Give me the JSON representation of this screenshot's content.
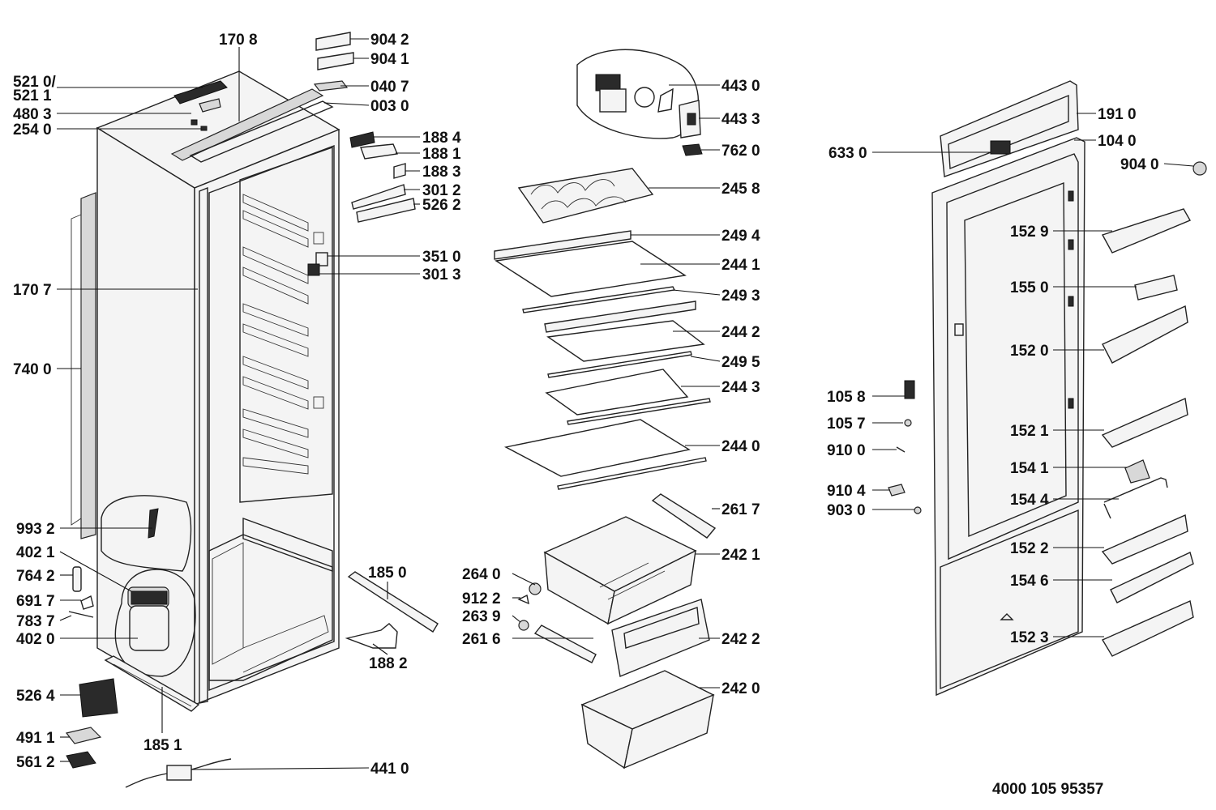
{
  "document_ref": "4000 105 95357",
  "labels": [
    {
      "name": "170-8",
      "text": "170 8"
    },
    {
      "name": "904-2",
      "text": "904 2"
    },
    {
      "name": "904-1",
      "text": "904 1"
    },
    {
      "name": "521-0",
      "text": "521 0/"
    },
    {
      "name": "521-1",
      "text": "521 1"
    },
    {
      "name": "040-7",
      "text": "040 7"
    },
    {
      "name": "480-3",
      "text": "480 3"
    },
    {
      "name": "003-0",
      "text": "003 0"
    },
    {
      "name": "254-0",
      "text": "254 0"
    },
    {
      "name": "188-4",
      "text": "188 4"
    },
    {
      "name": "188-1",
      "text": "188 1"
    },
    {
      "name": "188-3",
      "text": "188 3"
    },
    {
      "name": "301-2",
      "text": "301 2"
    },
    {
      "name": "526-2",
      "text": "526 2"
    },
    {
      "name": "351-0",
      "text": "351 0"
    },
    {
      "name": "301-3",
      "text": "301 3"
    },
    {
      "name": "170-7",
      "text": "170 7"
    },
    {
      "name": "740-0",
      "text": "740 0"
    },
    {
      "name": "993-2",
      "text": "993 2"
    },
    {
      "name": "402-1",
      "text": "402 1"
    },
    {
      "name": "764-2",
      "text": "764 2"
    },
    {
      "name": "691-7",
      "text": "691 7"
    },
    {
      "name": "783-7",
      "text": "783 7"
    },
    {
      "name": "402-0",
      "text": "402 0"
    },
    {
      "name": "185-0",
      "text": "185 0"
    },
    {
      "name": "188-2",
      "text": "188 2"
    },
    {
      "name": "526-4",
      "text": "526 4"
    },
    {
      "name": "185-1",
      "text": "185 1"
    },
    {
      "name": "491-1",
      "text": "491 1"
    },
    {
      "name": "561-2",
      "text": "561 2"
    },
    {
      "name": "441-0",
      "text": "441 0"
    },
    {
      "name": "443-0",
      "text": "443 0"
    },
    {
      "name": "443-3",
      "text": "443 3"
    },
    {
      "name": "762-0",
      "text": "762 0"
    },
    {
      "name": "245-8",
      "text": "245 8"
    },
    {
      "name": "249-4",
      "text": "249 4"
    },
    {
      "name": "244-1",
      "text": "244 1"
    },
    {
      "name": "249-3",
      "text": "249 3"
    },
    {
      "name": "244-2",
      "text": "244 2"
    },
    {
      "name": "249-5",
      "text": "249 5"
    },
    {
      "name": "244-3",
      "text": "244 3"
    },
    {
      "name": "244-0",
      "text": "244 0"
    },
    {
      "name": "261-7",
      "text": "261 7"
    },
    {
      "name": "242-1",
      "text": "242 1"
    },
    {
      "name": "264-0",
      "text": "264 0"
    },
    {
      "name": "912-2",
      "text": "912 2"
    },
    {
      "name": "263-9",
      "text": "263 9"
    },
    {
      "name": "261-6",
      "text": "261 6"
    },
    {
      "name": "242-2",
      "text": "242 2"
    },
    {
      "name": "242-0",
      "text": "242 0"
    },
    {
      "name": "191-0",
      "text": "191 0"
    },
    {
      "name": "104-0",
      "text": "104 0"
    },
    {
      "name": "633-0",
      "text": "633 0"
    },
    {
      "name": "904-0",
      "text": "904 0"
    },
    {
      "name": "152-9",
      "text": "152 9"
    },
    {
      "name": "155-0",
      "text": "155 0"
    },
    {
      "name": "152-0",
      "text": "152 0"
    },
    {
      "name": "105-8",
      "text": "105 8"
    },
    {
      "name": "105-7",
      "text": "105 7"
    },
    {
      "name": "910-0",
      "text": "910 0"
    },
    {
      "name": "152-1",
      "text": "152 1"
    },
    {
      "name": "154-1",
      "text": "154 1"
    },
    {
      "name": "910-4",
      "text": "910 4"
    },
    {
      "name": "154-4",
      "text": "154 4"
    },
    {
      "name": "903-0",
      "text": "903 0"
    },
    {
      "name": "152-2",
      "text": "152 2"
    },
    {
      "name": "154-6",
      "text": "154 6"
    },
    {
      "name": "152-3",
      "text": "152 3"
    }
  ]
}
